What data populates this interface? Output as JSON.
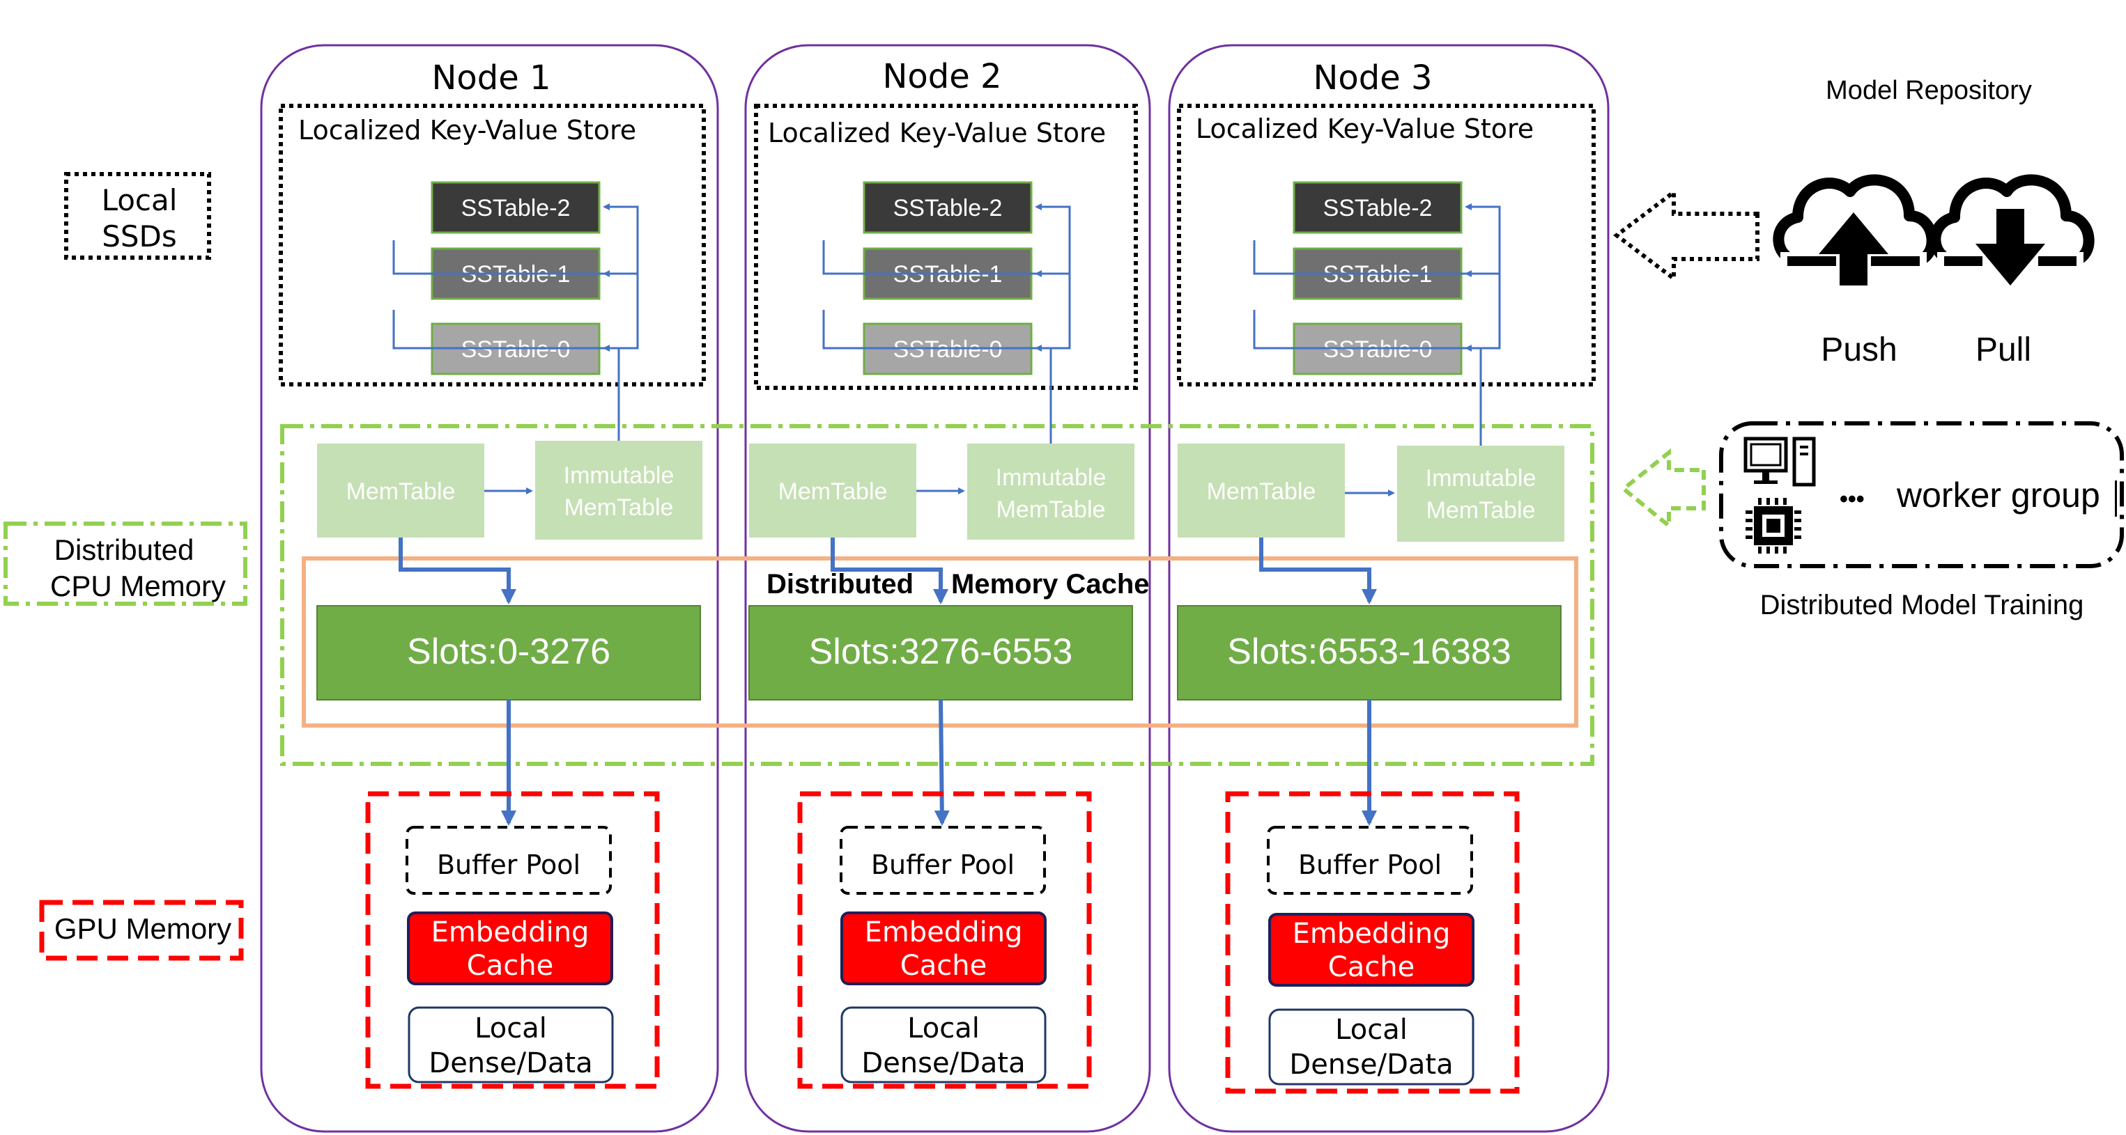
{
  "nodes": [
    {
      "title": "Node 1",
      "kv_store_label": "Localized Key-Value Store",
      "sstables": [
        "SSTable-2",
        "SSTable-1",
        "SSTable-0"
      ],
      "memtable": "MemTable",
      "immutable_line1": "Immutable",
      "immutable_line2": "MemTable",
      "slots": "Slots:0-3276",
      "buffer_pool": "Buffer Pool",
      "embedding_line1": "Embedding",
      "embedding_line2": "Cache",
      "dense_line1": "Local",
      "dense_line2": "Dense/Data"
    },
    {
      "title": "Node 2",
      "kv_store_label": "Localized Key-Value Store",
      "sstables": [
        "SSTable-2",
        "SSTable-1",
        "SSTable-0"
      ],
      "memtable": "MemTable",
      "immutable_line1": "Immutable",
      "immutable_line2": "MemTable",
      "slots": "Slots:3276-6553",
      "buffer_pool": "Buffer Pool",
      "embedding_line1": "Embedding",
      "embedding_line2": "Cache",
      "dense_line1": "Local",
      "dense_line2": "Dense/Data"
    },
    {
      "title": "Node 3",
      "kv_store_label": "Localized Key-Value Store",
      "sstables": [
        "SSTable-2",
        "SSTable-1",
        "SSTable-0"
      ],
      "memtable": "MemTable",
      "immutable_line1": "Immutable",
      "immutable_line2": "MemTable",
      "slots": "Slots:6553-16383",
      "buffer_pool": "Buffer Pool",
      "embedding_line1": "Embedding",
      "embedding_line2": "Cache",
      "dense_line1": "Local",
      "dense_line2": "Dense/Data"
    }
  ],
  "legend": {
    "local_ssds_line1": "Local",
    "local_ssds_line2": "SSDs",
    "cpu_line1": "Distributed",
    "cpu_line2": "CPU Memory",
    "gpu": "GPU Memory"
  },
  "distributed_cache_label_1": "Distributed",
  "distributed_cache_label_2": "Memory Cache",
  "right": {
    "model_repository": "Model Repository",
    "push": "Push",
    "pull": "Pull",
    "worker_group": "worker group",
    "ellipsis": "•••",
    "distributed_training": "Distributed Model Training"
  },
  "colors": {
    "node_border": "#7030a0",
    "cpu_memory": "#92d050",
    "cache_border": "#f4b183",
    "slots": "#70ad47",
    "memtable": "#c5e0b4",
    "gpu_memory": "#ff0000",
    "embedding": "#ff0000",
    "arrow": "#4472c4",
    "sstable2": "#3a3a3a",
    "sstable1": "#707070",
    "sstable0": "#a6a6a6"
  },
  "icons": [
    "cloud-upload-icon",
    "cloud-download-icon",
    "computer-icon",
    "chip-icon",
    "hollow-left-arrow-icon",
    "dashed-left-arrow-icon"
  ]
}
